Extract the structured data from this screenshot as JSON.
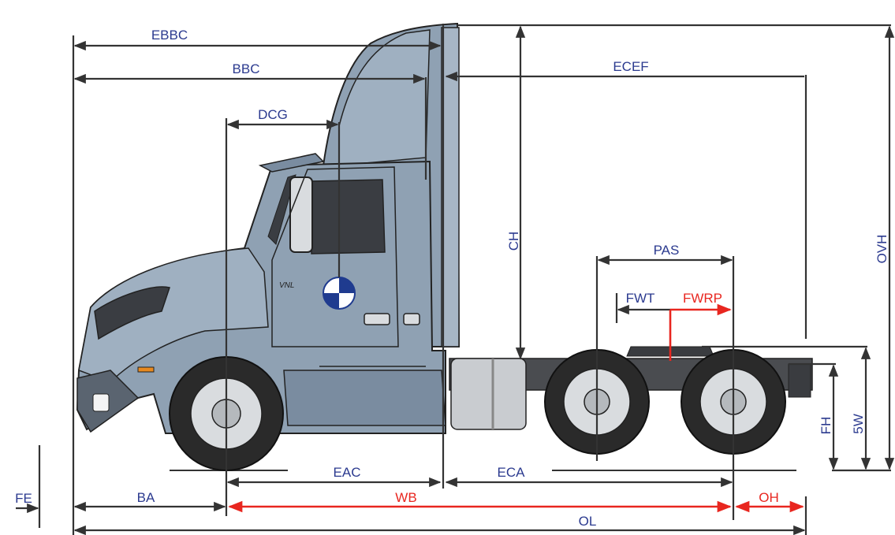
{
  "colors": {
    "dimension_label": "#2b3a8f",
    "highlight": "#e8261f",
    "dimension_line": "#333333",
    "truck_body": "#8fa1b3",
    "truck_body_dark": "#6f8294",
    "window": "#3a3d42",
    "tire": "#2a2a2a",
    "rim": "#d9dcdf",
    "tank": "#c9ccd0",
    "cg_blue": "#1f3b8f"
  },
  "cab_badge": "VNL",
  "icons": [
    "center-of-gravity-icon"
  ],
  "dimensions": {
    "EBBC": "EBBC",
    "BBC": "BBC",
    "DCG": "DCG",
    "ECEF": "ECEF",
    "CH": "CH",
    "OVH": "OVH",
    "PAS": "PAS",
    "FWT": "FWT",
    "FWRP": "FWRP",
    "FH": "FH",
    "FIVEW": "5W",
    "EAC": "EAC",
    "ECA": "ECA",
    "FE": "FE",
    "BA": "BA",
    "WB": "WB",
    "OH": "OH",
    "OL": "OL"
  }
}
